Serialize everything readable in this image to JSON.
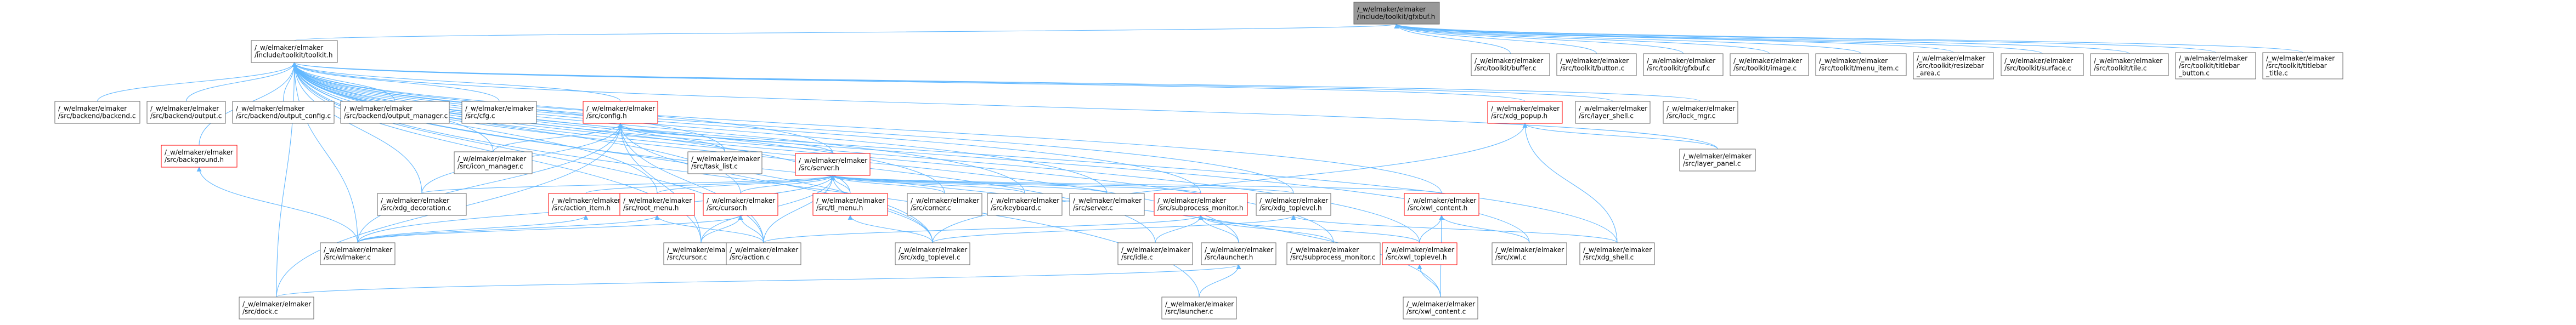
{
  "graph": {
    "title": "",
    "edge_color": "#63b8ff",
    "focus_fill": "#999999",
    "box_border": "#666666",
    "link_border": "#ff0000",
    "nodes": [
      {
        "id": "gfxbuf_h",
        "lines": [
          "/_w/elmaker/elmaker",
          "/include/toolkit/gfxbuf.h"
        ],
        "style": "focus"
      },
      {
        "id": "toolkit_h",
        "lines": [
          "/_w/elmaker/elmaker",
          "/include/toolkit/toolkit.h"
        ],
        "style": "plain"
      },
      {
        "id": "tk_buffer_c",
        "lines": [
          "/_w/elmaker/elmaker",
          "/src/toolkit/buffer.c"
        ],
        "style": "plain"
      },
      {
        "id": "tk_button_c",
        "lines": [
          "/_w/elmaker/elmaker",
          "/src/toolkit/button.c"
        ],
        "style": "plain"
      },
      {
        "id": "tk_gfxbuf_c",
        "lines": [
          "/_w/elmaker/elmaker",
          "/src/toolkit/gfxbuf.c"
        ],
        "style": "plain"
      },
      {
        "id": "tk_image_c",
        "lines": [
          "/_w/elmaker/elmaker",
          "/src/toolkit/image.c"
        ],
        "style": "plain"
      },
      {
        "id": "tk_menu_item_c",
        "lines": [
          "/_w/elmaker/elmaker",
          "/src/toolkit/menu_item.c"
        ],
        "style": "plain"
      },
      {
        "id": "tk_resizebar_area_c",
        "lines": [
          "/_w/elmaker/elmaker",
          "/src/toolkit/resizebar",
          "_area.c"
        ],
        "style": "plain"
      },
      {
        "id": "tk_surface_c",
        "lines": [
          "/_w/elmaker/elmaker",
          "/src/toolkit/surface.c"
        ],
        "style": "plain"
      },
      {
        "id": "tk_tile_c",
        "lines": [
          "/_w/elmaker/elmaker",
          "/src/toolkit/tile.c"
        ],
        "style": "plain"
      },
      {
        "id": "tk_titlebar_button_c",
        "lines": [
          "/_w/elmaker/elmaker",
          "/src/toolkit/titlebar",
          "_button.c"
        ],
        "style": "plain"
      },
      {
        "id": "tk_titlebar_title_c",
        "lines": [
          "/_w/elmaker/elmaker",
          "/src/toolkit/titlebar",
          "_title.c"
        ],
        "style": "plain"
      },
      {
        "id": "backend_c",
        "lines": [
          "/_w/elmaker/elmaker",
          "/src/backend/backend.c"
        ],
        "style": "plain"
      },
      {
        "id": "backend_output_c",
        "lines": [
          "/_w/elmaker/elmaker",
          "/src/backend/output.c"
        ],
        "style": "plain"
      },
      {
        "id": "backend_output_config_c",
        "lines": [
          "/_w/elmaker/elmaker",
          "/src/backend/output_config.c"
        ],
        "style": "plain"
      },
      {
        "id": "backend_output_manager_c",
        "lines": [
          "/_w/elmaker/elmaker",
          "/src/backend/output_manager.c"
        ],
        "style": "plain"
      },
      {
        "id": "cfg_c",
        "lines": [
          "/_w/elmaker/elmaker",
          "/src/cfg.c"
        ],
        "style": "plain"
      },
      {
        "id": "config_h",
        "lines": [
          "/_w/elmaker/elmaker",
          "/src/config.h"
        ],
        "style": "red"
      },
      {
        "id": "background_h",
        "lines": [
          "/_w/elmaker/elmaker",
          "/src/background.h"
        ],
        "style": "red"
      },
      {
        "id": "icon_manager_c",
        "lines": [
          "/_w/elmaker/elmaker",
          "/src/icon_manager.c"
        ],
        "style": "plain"
      },
      {
        "id": "task_list_c",
        "lines": [
          "/_w/elmaker/elmaker",
          "/src/task_list.c"
        ],
        "style": "plain"
      },
      {
        "id": "server_h",
        "lines": [
          "/_w/elmaker/elmaker",
          "/src/server.h"
        ],
        "style": "red"
      },
      {
        "id": "xdg_popup_h",
        "lines": [
          "/_w/elmaker/elmaker",
          "/src/xdg_popup.h"
        ],
        "style": "red"
      },
      {
        "id": "layer_shell_c",
        "lines": [
          "/_w/elmaker/elmaker",
          "/src/layer_shell.c"
        ],
        "style": "plain"
      },
      {
        "id": "lock_mgr_c",
        "lines": [
          "/_w/elmaker/elmaker",
          "/src/lock_mgr.c"
        ],
        "style": "plain"
      },
      {
        "id": "layer_panel_c",
        "lines": [
          "/_w/elmaker/elmaker",
          "/src/layer_panel.c"
        ],
        "style": "plain"
      },
      {
        "id": "xdg_decoration_c",
        "lines": [
          "/_w/elmaker/elmaker",
          "/src/xdg_decoration.c"
        ],
        "style": "plain"
      },
      {
        "id": "action_item_h",
        "lines": [
          "/_w/elmaker/elmaker",
          "/src/action_item.h"
        ],
        "style": "red"
      },
      {
        "id": "root_menu_h",
        "lines": [
          "/_w/elmaker/elmaker",
          "/src/root_menu.h"
        ],
        "style": "red"
      },
      {
        "id": "cursor_h",
        "lines": [
          "/_w/elmaker/elmaker",
          "/src/cursor.h"
        ],
        "style": "red"
      },
      {
        "id": "tl_menu_h",
        "lines": [
          "/_w/elmaker/elmaker",
          "/src/tl_menu.h"
        ],
        "style": "red"
      },
      {
        "id": "corner_c",
        "lines": [
          "/_w/elmaker/elmaker",
          "/src/corner.c"
        ],
        "style": "plain"
      },
      {
        "id": "keyboard_c",
        "lines": [
          "/_w/elmaker/elmaker",
          "/src/keyboard.c"
        ],
        "style": "plain"
      },
      {
        "id": "server_c",
        "lines": [
          "/_w/elmaker/elmaker",
          "/src/server.c"
        ],
        "style": "plain"
      },
      {
        "id": "subprocess_monitor_h",
        "lines": [
          "/_w/elmaker/elmaker",
          "/src/subprocess_monitor.h"
        ],
        "style": "red"
      },
      {
        "id": "xdg_toplevel_h",
        "lines": [
          "/_w/elmaker/elmaker",
          "/src/xdg_toplevel.h"
        ],
        "style": "plain"
      },
      {
        "id": "xwl_content_h",
        "lines": [
          "/_w/elmaker/elmaker",
          "/src/xwl_content.h"
        ],
        "style": "red"
      },
      {
        "id": "wlmaker_c",
        "lines": [
          "/_w/elmaker/elmaker",
          "/src/wlmaker.c"
        ],
        "style": "plain"
      },
      {
        "id": "cursor_c",
        "lines": [
          "/_w/elmaker/elmaker",
          "/src/cursor.c"
        ],
        "style": "plain"
      },
      {
        "id": "action_c",
        "lines": [
          "/_w/elmaker/elmaker",
          "/src/action.c"
        ],
        "style": "plain"
      },
      {
        "id": "xdg_toplevel_c",
        "lines": [
          "/_w/elmaker/elmaker",
          "/src/xdg_toplevel.c"
        ],
        "style": "plain"
      },
      {
        "id": "idle_c",
        "lines": [
          "/_w/elmaker/elmaker",
          "/src/idle.c"
        ],
        "style": "plain"
      },
      {
        "id": "launcher_h",
        "lines": [
          "/_w/elmaker/elmaker",
          "/src/launcher.h"
        ],
        "style": "plain"
      },
      {
        "id": "subprocess_monitor_c",
        "lines": [
          "/_w/elmaker/elmaker",
          "/src/subprocess_monitor.c"
        ],
        "style": "plain"
      },
      {
        "id": "xwl_toplevel_h",
        "lines": [
          "/_w/elmaker/elmaker",
          "/src/xwl_toplevel.h"
        ],
        "style": "red"
      },
      {
        "id": "xwl_c",
        "lines": [
          "/_w/elmaker/elmaker",
          "/src/xwl.c"
        ],
        "style": "plain"
      },
      {
        "id": "xdg_shell_c",
        "lines": [
          "/_w/elmaker/elmaker",
          "/src/xdg_shell.c"
        ],
        "style": "plain"
      },
      {
        "id": "dock_c",
        "lines": [
          "/_w/elmaker/elmaker",
          "/src/dock.c"
        ],
        "style": "plain"
      },
      {
        "id": "launcher_c",
        "lines": [
          "/_w/elmaker/elmaker",
          "/src/launcher.c"
        ],
        "style": "plain"
      },
      {
        "id": "xwl_content_c",
        "lines": [
          "/_w/elmaker/elmaker",
          "/src/xwl_content.c"
        ],
        "style": "plain"
      }
    ],
    "edges": [
      [
        "gfxbuf_h",
        "toolkit_h"
      ],
      [
        "gfxbuf_h",
        "tk_buffer_c"
      ],
      [
        "gfxbuf_h",
        "tk_button_c"
      ],
      [
        "gfxbuf_h",
        "tk_gfxbuf_c"
      ],
      [
        "gfxbuf_h",
        "tk_image_c"
      ],
      [
        "gfxbuf_h",
        "tk_menu_item_c"
      ],
      [
        "gfxbuf_h",
        "tk_resizebar_area_c"
      ],
      [
        "gfxbuf_h",
        "tk_surface_c"
      ],
      [
        "gfxbuf_h",
        "tk_tile_c"
      ],
      [
        "gfxbuf_h",
        "tk_titlebar_button_c"
      ],
      [
        "gfxbuf_h",
        "tk_titlebar_title_c"
      ],
      [
        "toolkit_h",
        "backend_c"
      ],
      [
        "toolkit_h",
        "backend_output_c"
      ],
      [
        "toolkit_h",
        "backend_output_config_c"
      ],
      [
        "toolkit_h",
        "backend_output_manager_c"
      ],
      [
        "toolkit_h",
        "cfg_c"
      ],
      [
        "toolkit_h",
        "config_h"
      ],
      [
        "toolkit_h",
        "background_h"
      ],
      [
        "toolkit_h",
        "icon_manager_c"
      ],
      [
        "toolkit_h",
        "task_list_c"
      ],
      [
        "toolkit_h",
        "server_h"
      ],
      [
        "toolkit_h",
        "xdg_popup_h"
      ],
      [
        "toolkit_h",
        "layer_shell_c"
      ],
      [
        "toolkit_h",
        "lock_mgr_c"
      ],
      [
        "toolkit_h",
        "layer_panel_c"
      ],
      [
        "toolkit_h",
        "xdg_decoration_c"
      ],
      [
        "toolkit_h",
        "root_menu_h"
      ],
      [
        "toolkit_h",
        "cursor_h"
      ],
      [
        "toolkit_h",
        "tl_menu_h"
      ],
      [
        "toolkit_h",
        "corner_c"
      ],
      [
        "toolkit_h",
        "keyboard_c"
      ],
      [
        "toolkit_h",
        "server_c"
      ],
      [
        "toolkit_h",
        "subprocess_monitor_h"
      ],
      [
        "toolkit_h",
        "xdg_toplevel_h"
      ],
      [
        "toolkit_h",
        "xwl_content_h"
      ],
      [
        "toolkit_h",
        "wlmaker_c"
      ],
      [
        "toolkit_h",
        "cursor_c"
      ],
      [
        "toolkit_h",
        "action_c"
      ],
      [
        "toolkit_h",
        "xdg_toplevel_c"
      ],
      [
        "toolkit_h",
        "idle_c"
      ],
      [
        "toolkit_h",
        "launcher_h"
      ],
      [
        "toolkit_h",
        "subprocess_monitor_c"
      ],
      [
        "toolkit_h",
        "xwl_toplevel_h"
      ],
      [
        "toolkit_h",
        "xwl_c"
      ],
      [
        "toolkit_h",
        "xdg_shell_c"
      ],
      [
        "toolkit_h",
        "dock_c"
      ],
      [
        "toolkit_h",
        "launcher_c"
      ],
      [
        "toolkit_h",
        "xwl_content_c"
      ],
      [
        "config_h",
        "icon_manager_c"
      ],
      [
        "config_h",
        "task_list_c"
      ],
      [
        "config_h",
        "server_h"
      ],
      [
        "config_h",
        "xdg_decoration_c"
      ],
      [
        "config_h",
        "wlmaker_c"
      ],
      [
        "config_h",
        "cursor_c"
      ],
      [
        "config_h",
        "action_c"
      ],
      [
        "config_h",
        "dock_c"
      ],
      [
        "config_h",
        "xdg_toplevel_c"
      ],
      [
        "background_h",
        "wlmaker_c"
      ],
      [
        "server_h",
        "xdg_decoration_c"
      ],
      [
        "server_h",
        "action_item_h"
      ],
      [
        "server_h",
        "root_menu_h"
      ],
      [
        "server_h",
        "cursor_h"
      ],
      [
        "server_h",
        "tl_menu_h"
      ],
      [
        "server_h",
        "corner_c"
      ],
      [
        "server_h",
        "keyboard_c"
      ],
      [
        "server_h",
        "server_c"
      ],
      [
        "server_h",
        "subprocess_monitor_h"
      ],
      [
        "server_h",
        "xdg_toplevel_h"
      ],
      [
        "server_h",
        "xwl_content_h"
      ],
      [
        "server_h",
        "wlmaker_c"
      ],
      [
        "server_h",
        "action_c"
      ],
      [
        "server_h",
        "xdg_toplevel_c"
      ],
      [
        "server_h",
        "cursor_c"
      ],
      [
        "xdg_popup_h",
        "layer_panel_c"
      ],
      [
        "xdg_popup_h",
        "xdg_toplevel_c"
      ],
      [
        "xdg_popup_h",
        "xdg_shell_c"
      ],
      [
        "action_item_h",
        "wlmaker_c"
      ],
      [
        "root_menu_h",
        "wlmaker_c"
      ],
      [
        "root_menu_h",
        "action_c"
      ],
      [
        "cursor_h",
        "wlmaker_c"
      ],
      [
        "cursor_h",
        "cursor_c"
      ],
      [
        "cursor_h",
        "action_c"
      ],
      [
        "tl_menu_h",
        "xdg_toplevel_c"
      ],
      [
        "subprocess_monitor_h",
        "idle_c"
      ],
      [
        "subprocess_monitor_h",
        "launcher_h"
      ],
      [
        "subprocess_monitor_h",
        "subprocess_monitor_c"
      ],
      [
        "subprocess_monitor_h",
        "action_c"
      ],
      [
        "subprocess_monitor_h",
        "xwl_toplevel_h"
      ],
      [
        "xdg_toplevel_h",
        "xdg_toplevel_c"
      ],
      [
        "xdg_toplevel_h",
        "xdg_shell_c"
      ],
      [
        "xwl_content_h",
        "xwl_toplevel_h"
      ],
      [
        "xwl_content_h",
        "xwl_c"
      ],
      [
        "xwl_content_h",
        "xwl_content_c"
      ],
      [
        "launcher_h",
        "dock_c"
      ],
      [
        "launcher_h",
        "launcher_c"
      ],
      [
        "xwl_toplevel_h",
        "xwl_content_c"
      ]
    ]
  }
}
